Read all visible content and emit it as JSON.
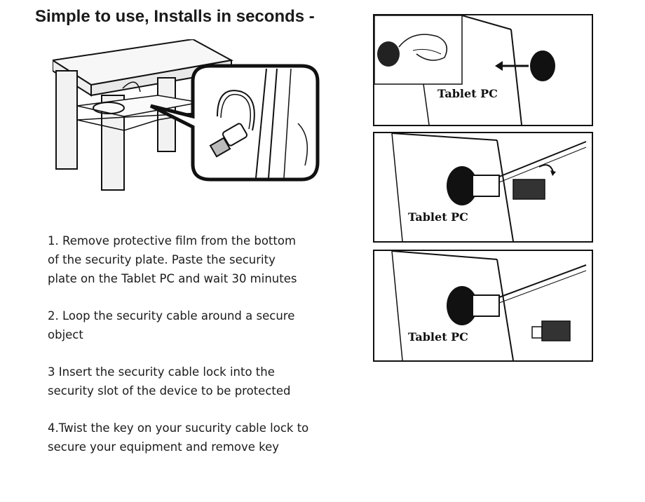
{
  "header": {
    "title": "Simple to use, Installs in seconds -"
  },
  "steps": [
    {
      "lines": [
        "1. Remove protective film from the bottom",
        "of the security plate.  Paste the security",
        "plate on the Tablet PC  and wait 30 minutes"
      ]
    },
    {
      "lines": [
        "2. Loop the security cable around a secure",
        "object"
      ]
    },
    {
      "lines": [
        "3 Insert the security cable lock into the",
        "security slot of the device to be protected"
      ]
    },
    {
      "lines": [
        "4.Twist the key on your sucurity cable lock to",
        "secure your equipment and remove key"
      ]
    }
  ],
  "panels": [
    {
      "label": "Tablet PC"
    },
    {
      "label": "Tablet PC"
    },
    {
      "label": "Tablet PC"
    }
  ]
}
